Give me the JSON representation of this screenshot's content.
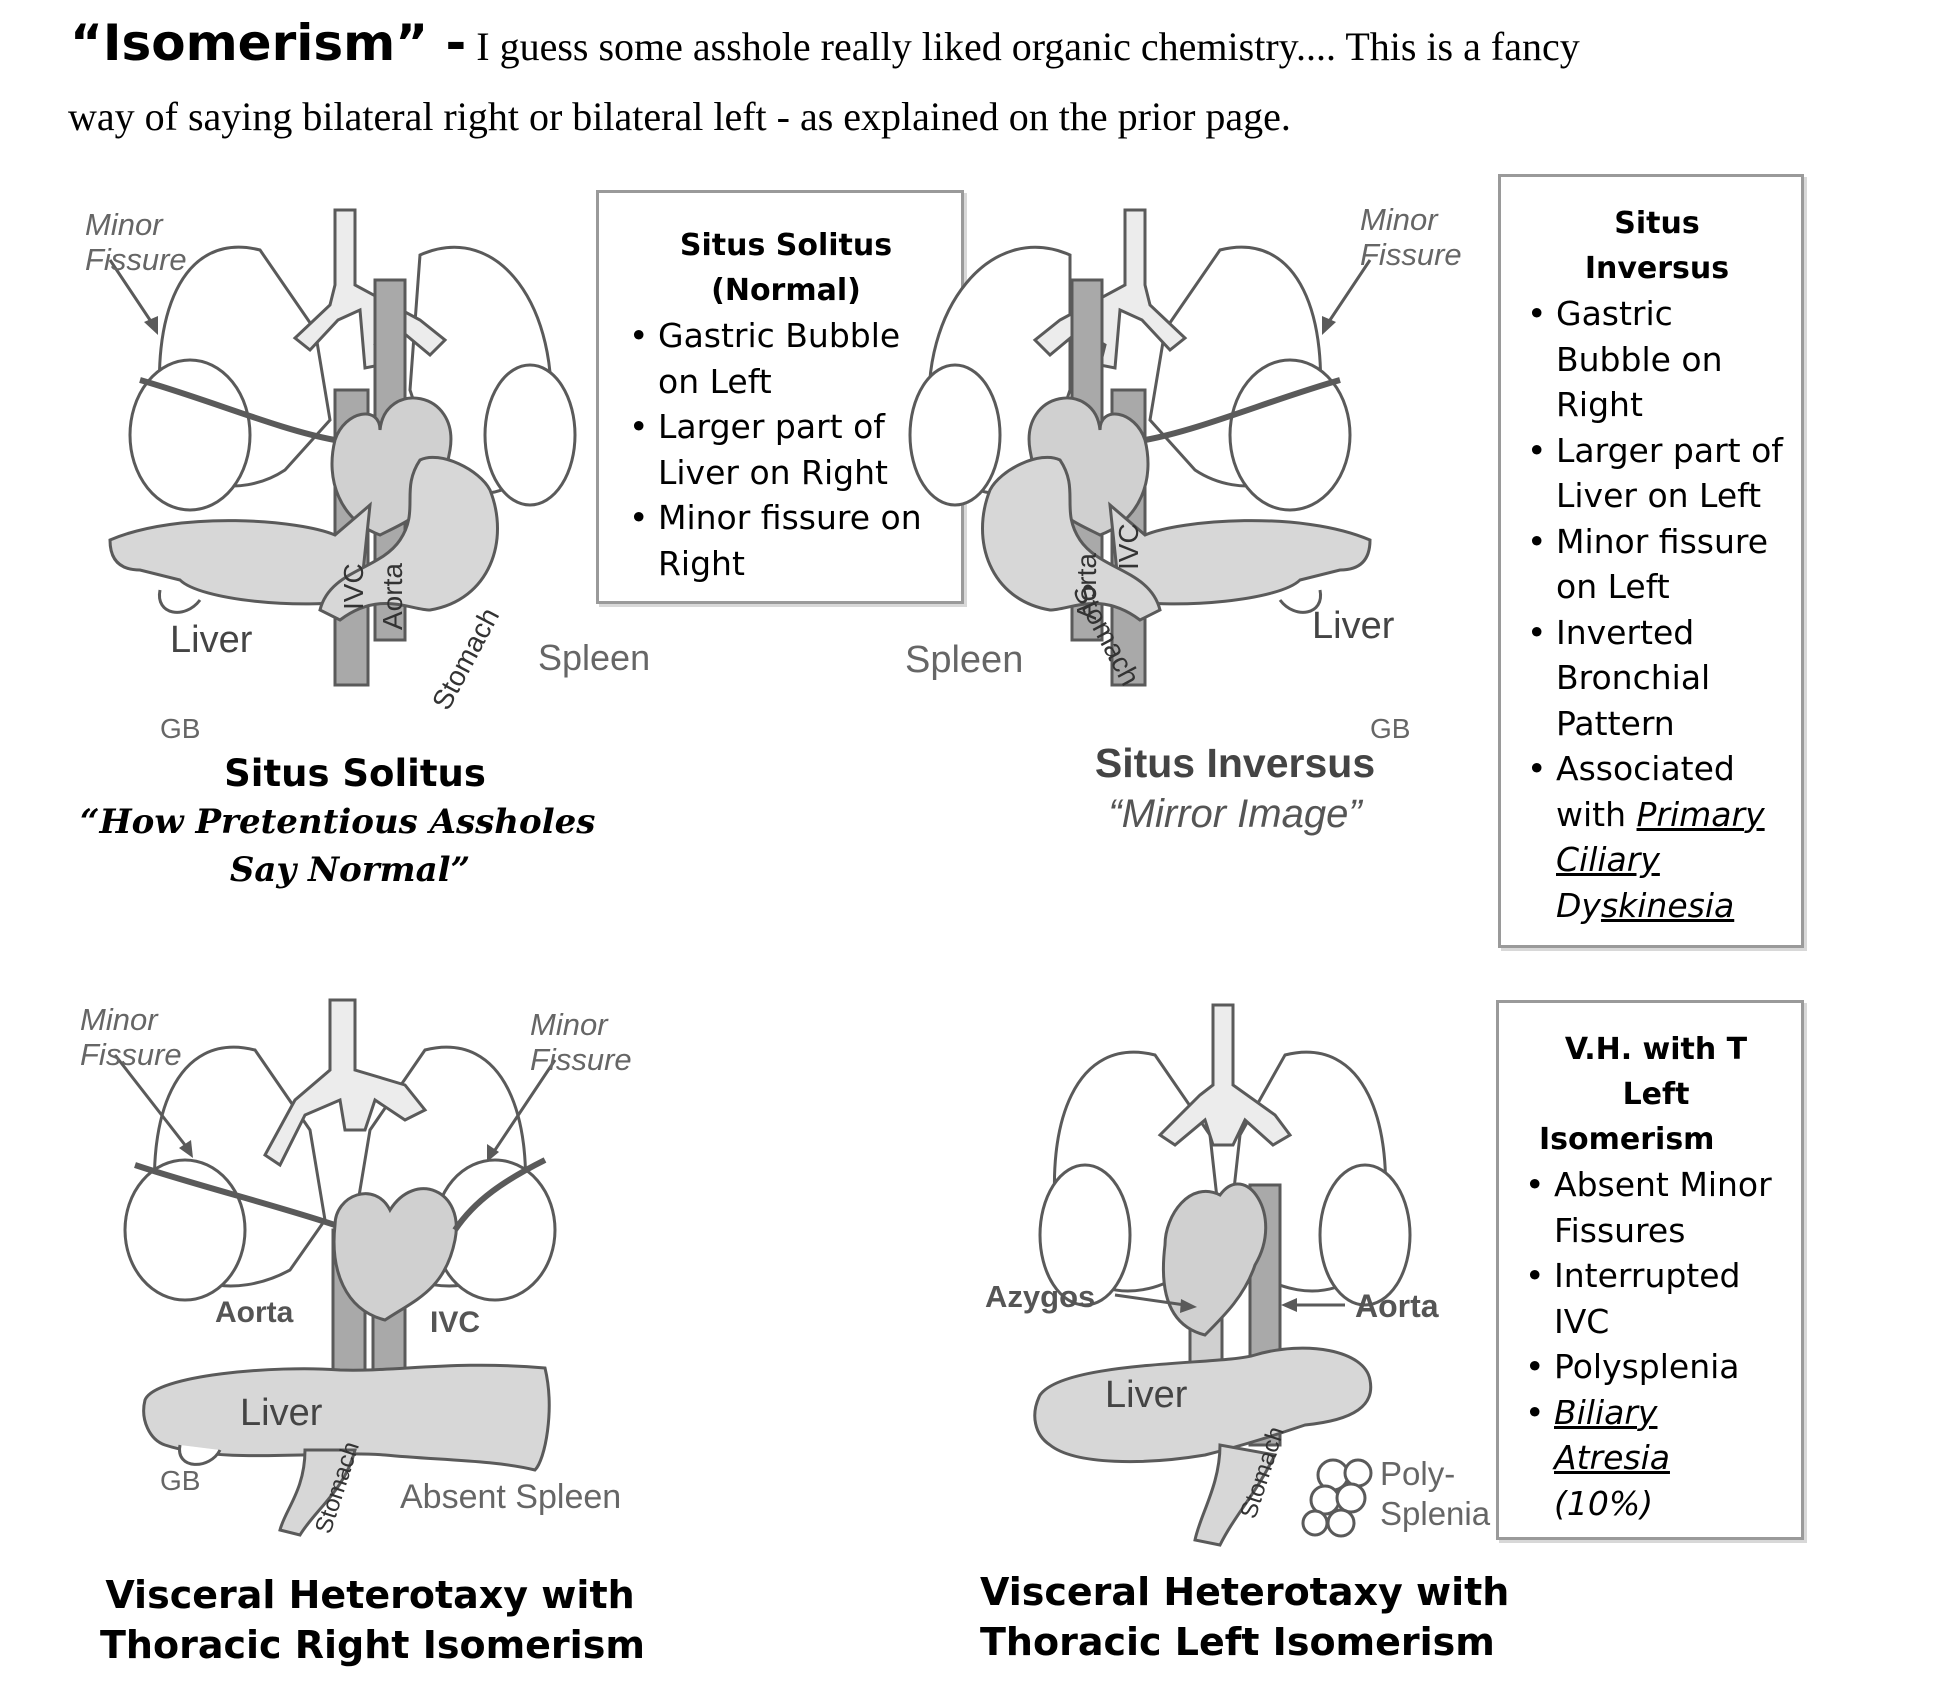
{
  "header": {
    "lead": "“Isomerism” -",
    "line1_rest": " I guess some asshole really liked organic chemistry.... This is a fancy",
    "line2": "way of saying bilateral right or bilateral left - as explained on the prior page."
  },
  "panels": {
    "solitus": {
      "labels": {
        "minor_fissure_1": "Minor",
        "minor_fissure_2": "Fissure",
        "liver": "Liver",
        "ivc": "IVC",
        "aorta": "Aorta",
        "stomach": "Stomach",
        "spleen": "Spleen",
        "gb": "GB"
      },
      "caption_title": "Situs Solitus",
      "caption_sub_1": "“How Pretentious Assholes",
      "caption_sub_2": "Say Normal”"
    },
    "inversus": {
      "labels": {
        "minor_fissure_1": "Minor",
        "minor_fissure_2": "Fissure",
        "liver": "Liver",
        "ivc": "IVC",
        "aorta": "Aorta",
        "stomach": "Stomach",
        "spleen": "Spleen",
        "gb": "GB"
      },
      "caption_title": "Situs Inversus",
      "caption_sub": "“Mirror Image”"
    },
    "right_isomerism": {
      "labels": {
        "minor_fissure_1": "Minor",
        "minor_fissure_2": "Fissure",
        "aorta": "Aorta",
        "ivc": "IVC",
        "liver": "Liver",
        "gb": "GB",
        "stomach": "Stomach",
        "absent_spleen": "Absent Spleen"
      },
      "caption_1": "Visceral Heterotaxy with",
      "caption_2": "Thoracic Right Isomerism"
    },
    "left_isomerism": {
      "labels": {
        "azygos": "Azygos",
        "aorta": "Aorta",
        "liver": "Liver",
        "stomach": "Stomach",
        "poly_1": "Poly-",
        "poly_2": "Splenia"
      },
      "caption_1": "Visceral Heterotaxy with",
      "caption_2": "Thoracic Left Isomerism"
    }
  },
  "boxes": {
    "solitus": {
      "title_1": "Situs Solitus",
      "title_2": "(Normal)",
      "items": [
        [
          "Gastric Bubble",
          "on Left"
        ],
        [
          "Larger part of",
          "Liver on Right"
        ],
        [
          "Minor fissure on",
          "Right"
        ]
      ]
    },
    "inversus": {
      "title_1": "Situs",
      "title_2": "Inversus",
      "items": [
        [
          "Gastric",
          "Bubble on",
          "Right"
        ],
        [
          "Larger part of",
          "Liver on Left"
        ],
        [
          "Minor fissure",
          "on Left"
        ],
        [
          "Inverted",
          "Bronchial",
          "Pattern"
        ]
      ],
      "pcd": {
        "pre_1": "Associated",
        "pre_2": "with ",
        "link_1": "Primary",
        "link_2": "Ciliary",
        "link_3a": "Dy",
        "link_3b": "skinesia"
      }
    },
    "left_iso": {
      "title_1": "V.H. with T",
      "title_2": "Left",
      "title_3": "Isomerism",
      "items": [
        [
          "Absent Minor",
          "Fissures"
        ],
        [
          "Interrupted",
          "IVC"
        ],
        [
          "Polysplenia"
        ]
      ],
      "biliary": {
        "link_1": "Biliary",
        "link_2": "Atresia",
        "pct": "(10%)"
      }
    }
  },
  "colors": {
    "organ_stroke": "#5a5a5a",
    "organ_fill": "#d7d7d7",
    "vessel_fill": "#a9a9a9",
    "box_border": "#9a9a9a",
    "label_gray": "#555555"
  }
}
